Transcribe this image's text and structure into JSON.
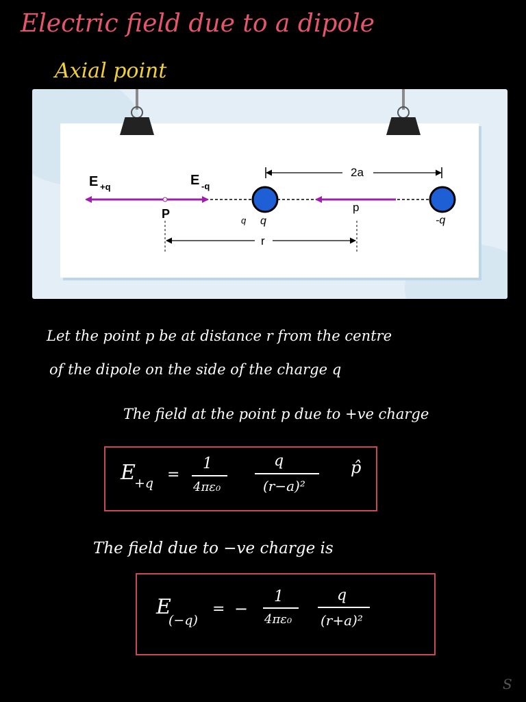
{
  "title": "Electric field due to a dipole",
  "subtitle": "Axial point",
  "diagram": {
    "label_E_plus": "E",
    "label_E_plus_sub": "+q",
    "label_E_minus": "E",
    "label_E_minus_sub": "-q",
    "label_P": "P",
    "label_2a": "2a",
    "label_p": "p",
    "label_q": "q",
    "label_neg_q": "-q",
    "label_r": "r",
    "colors": {
      "arrow": "#a21caf",
      "charge": "#1f5fd6"
    }
  },
  "text": {
    "line1": "Let the point p be at distance r from the centre",
    "line2": "of the dipole on the side of the charge q",
    "line3": "The field at the point p due to +ve charge",
    "line4": "The field due to −ve charge is"
  },
  "formula1": {
    "lhs": "E",
    "lhs_sub": "+q",
    "equals": "=",
    "num1": "1",
    "den1": "4πε₀",
    "num2": "q",
    "den2": "(r−a)²",
    "unit": "p̂"
  },
  "formula2": {
    "lhs": "E",
    "lhs_sub": "(−q)",
    "equals": "=",
    "minus": "−",
    "num1": "1",
    "den1": "4πε₀",
    "num2": "q",
    "den2": "(r+a)²"
  },
  "signature": "S"
}
